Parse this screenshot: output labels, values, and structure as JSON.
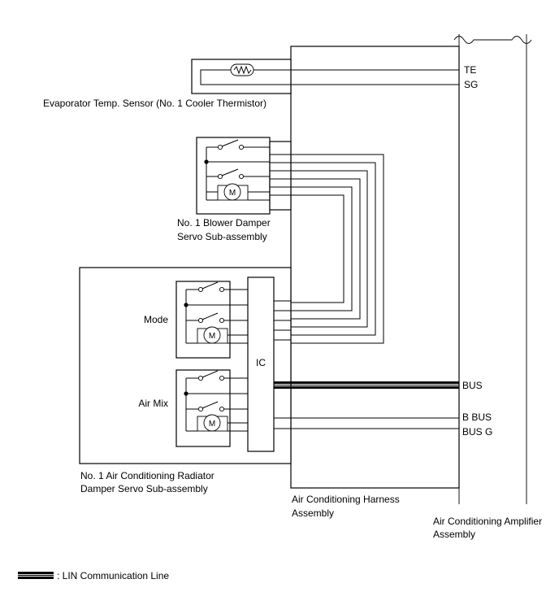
{
  "labels": {
    "te": "TE",
    "sg": "SG",
    "bus": "BUS",
    "b_bus": "B BUS",
    "bus_g": "BUS G",
    "ic": "IC",
    "mode": "Mode",
    "air_mix": "Air Mix",
    "motor": "M",
    "evaporator_sensor": "Evaporator Temp. Sensor (No. 1 Cooler Thermistor)",
    "blower_damper_line1": "No. 1 Blower Damper",
    "blower_damper_line2": "Servo Sub-assembly",
    "radiator_damper_line1": "No. 1 Air Conditioning Radiator",
    "radiator_damper_line2": "Damper Servo Sub-assembly",
    "harness_line1": "Air Conditioning Harness",
    "harness_line2": "Assembly",
    "amplifier_line1": "Air Conditioning Amplifier",
    "amplifier_line2": "Assembly"
  },
  "legend": {
    "lin_label": ": LIN Communication Line"
  }
}
